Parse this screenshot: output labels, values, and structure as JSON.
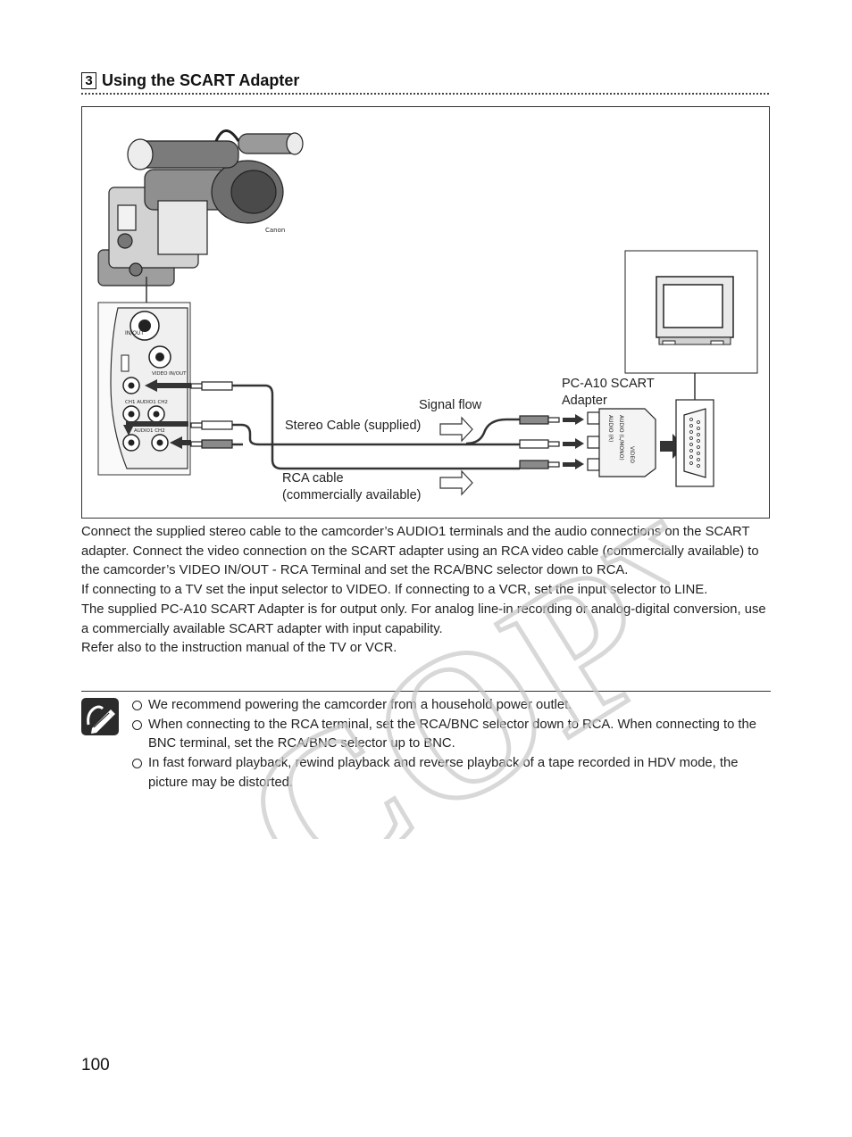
{
  "section": {
    "number": "3",
    "title": "Using the SCART Adapter"
  },
  "figure": {
    "signal_flow": "Signal flow",
    "stereo_cable": "Stereo Cable (supplied)",
    "rca_cable_line1": "RCA cable",
    "rca_cable_line2": "(commercially available)",
    "adapter_line1": "PC-A10 SCART",
    "adapter_line2": "Adapter",
    "adapter_jacks": [
      "AUDIO (R)",
      "AUDIO (L/MONO)",
      "VIDEO"
    ],
    "camcorder_panel_labels": [
      "IN/OUT",
      "VIDEO IN/OUT",
      "CH1 AUDIO1 CH2",
      "AUDIO1 CH2"
    ]
  },
  "body": {
    "para1": "Connect the supplied stereo cable to the camcorder’s AUDIO1 terminals and the audio connections on the SCART adapter. Connect the video connection on the SCART adapter using an RCA video cable (commercially available) to the camcorder’s VIDEO IN/OUT - RCA Terminal and set the RCA/BNC selector down to RCA.",
    "para2": "If connecting to a TV set the input selector to VIDEO. If connecting to a VCR, set the input selector to LINE.",
    "para3": "The supplied PC-A10 SCART Adapter is for output only. For analog line-in recording or analog-digital conversion, use a commercially available SCART adapter with input capability.",
    "para4": "Refer also to the instruction manual of the TV or VCR."
  },
  "notes": [
    "We recommend powering the camcorder from a household power outlet.",
    "When connecting to the RCA terminal, set the RCA/BNC selector down to RCA. When connecting to the BNC terminal, set the RCA/BNC selector up to BNC.",
    "In fast forward playback, rewind playback and reverse playback of a tape recorded in HDV mode, the picture may be distorted."
  ],
  "icons": [
    "note-pencil-icon"
  ],
  "watermark": "COPY",
  "page_number": "100"
}
